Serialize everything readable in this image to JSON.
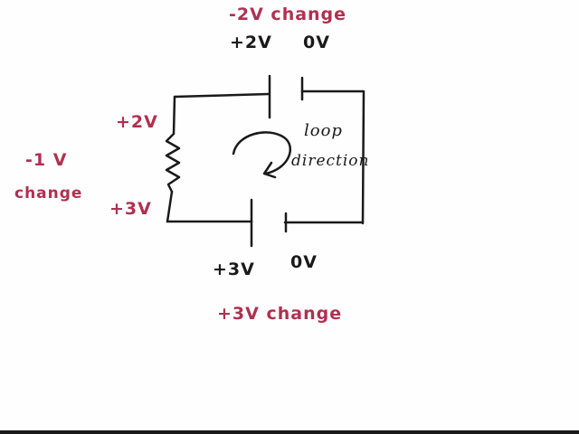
{
  "labels": {
    "top_change": "-2V change",
    "top_left_voltage": "+2V",
    "top_right_voltage": "0V",
    "left_top_voltage": "+2V",
    "left_bottom_voltage": "+3V",
    "left_change_line1": "-1 V",
    "left_change_line2": "change",
    "loop_line1": "loop",
    "loop_line2": "direction",
    "bottom_left_voltage": "+3V",
    "bottom_right_voltage": "0V",
    "bottom_change": "+3V change"
  },
  "colors": {
    "red_ink": "#b03050",
    "black_ink": "#1a1a1a"
  }
}
